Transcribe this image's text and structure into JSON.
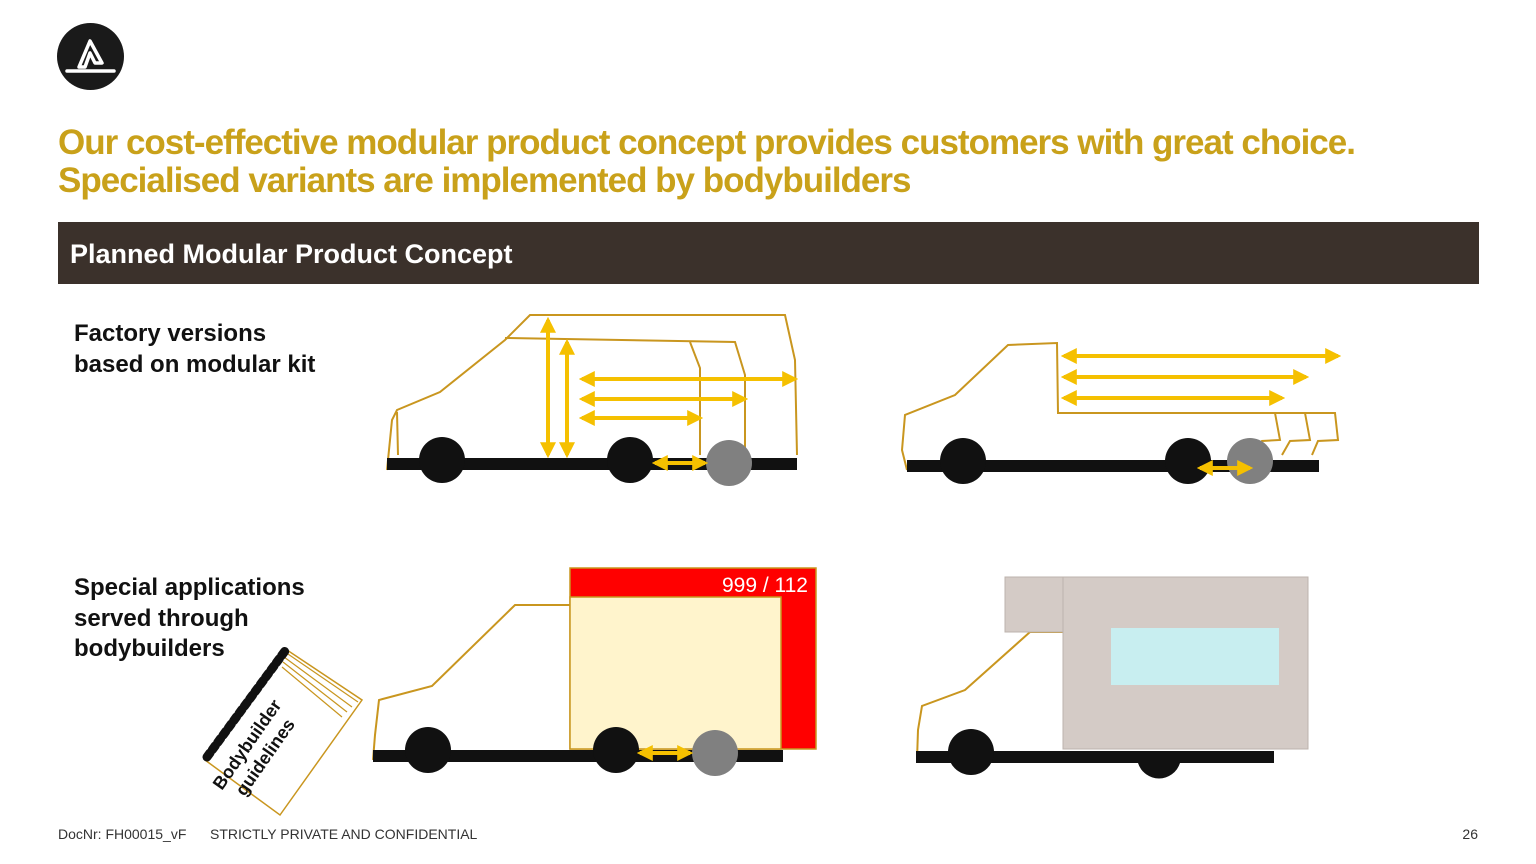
{
  "title": {
    "line1": "Our cost-effective modular product concept provides customers with great choice.",
    "line2": "Specialised variants are implemented by bodybuilders"
  },
  "section": {
    "heading": "Planned Modular Product Concept"
  },
  "rows": {
    "factory": {
      "line1": "Factory versions",
      "line2": "based on modular kit"
    },
    "special": {
      "line1": "Special applications",
      "line2": "served through",
      "line3": "bodybuilders"
    }
  },
  "booklet": {
    "line1": "Bodybuilder",
    "line2": "guidelines"
  },
  "box_label": "999 / 112",
  "footer": {
    "doc_nr": "DocNr: FH00015_vF",
    "confidential": "STRICTLY PRIVATE AND CONFIDENTIAL",
    "page": "26"
  },
  "colors": {
    "title": "#c9a11a",
    "section_bar": "#3b312b",
    "outline": "#c9961f",
    "arrow": "#f5c000",
    "red": "#ff0000",
    "box_fill": "#fff4cc",
    "camper_body": "#d4cbc6",
    "camper_window": "#c8eef0"
  },
  "icons": [
    "brand-logo-icon",
    "booklet-icon"
  ]
}
